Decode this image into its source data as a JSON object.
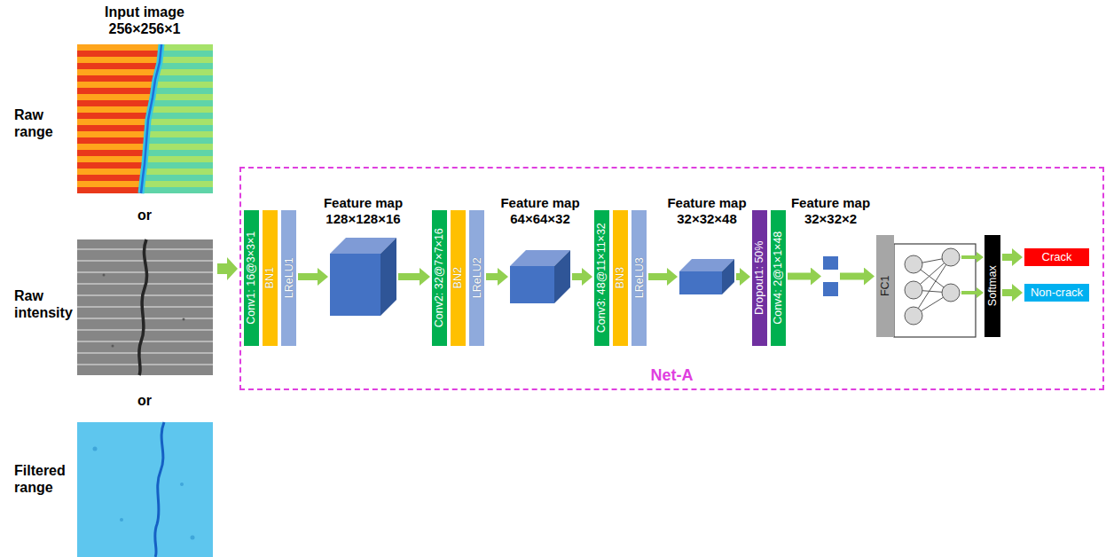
{
  "diagram": {
    "nodes": [
      {
        "text": [
          "Net-A"
        ]
      },
      {
        "text": [
          "Conv1: 16@3×3×1"
        ],
        "in": 0
      },
      {
        "text": [
          "BN1"
        ],
        "in": 0
      },
      {
        "text": [
          "LReLU1"
        ],
        "in": 0
      },
      {
        "text": [
          "Feature map 128×128×16"
        ],
        "in": 0
      },
      {
        "text": [
          "Conv2: 32@7×7×16"
        ],
        "in": 0
      },
      {
        "text": [
          "BN2"
        ],
        "in": 0
      },
      {
        "text": [
          "LReLU2"
        ],
        "in": 0
      },
      {
        "text": [
          "Feature map 64×64×32"
        ],
        "in": 0
      },
      {
        "text": [
          "Conv3: 48@11×11×32"
        ],
        "in": 0
      },
      {
        "text": [
          "BN3"
        ],
        "in": 0
      },
      {
        "text": [
          "LReLU3"
        ],
        "in": 0
      },
      {
        "text": [
          "Feature map 32×32×48"
        ],
        "in": 0
      },
      {
        "text": [
          "Dropout1: 50%"
        ],
        "in": 0
      },
      {
        "text": [
          "Conv4: 2@1×1×48"
        ],
        "in": 0
      },
      {
        "text": [
          "Feature map 32×32×2"
        ],
        "in": 0
      },
      {
        "text": [
          "FC1"
        ],
        "in": 0
      },
      {
        "text": [
          "Softmax"
        ],
        "in": 0
      },
      {
        "text": [
          "Crack"
        ],
        "in": 0
      },
      {
        "text": [
          "Non-crack"
        ],
        "in": 0
      }
    ],
    "edges": [
      {
        "from": 3,
        "to": 4,
        "arrow": "to"
      },
      {
        "from": 4,
        "to": 5,
        "arrow": "to"
      },
      {
        "from": 7,
        "to": 8,
        "arrow": "to"
      },
      {
        "from": 8,
        "to": 9,
        "arrow": "to"
      },
      {
        "from": 11,
        "to": 12,
        "arrow": "to"
      },
      {
        "from": 12,
        "to": 13,
        "arrow": "to"
      },
      {
        "from": 14,
        "to": 15,
        "arrow": "to"
      },
      {
        "from": 15,
        "to": 16,
        "arrow": "to"
      },
      {
        "from": 17,
        "to": 18,
        "arrow": "to"
      },
      {
        "from": 17,
        "to": 19,
        "arrow": "to"
      }
    ],
    "labels": [
      "Input image 256×256×1",
      "Raw range",
      "or",
      "Raw intensity",
      "or",
      "Filtered range"
    ]
  }
}
